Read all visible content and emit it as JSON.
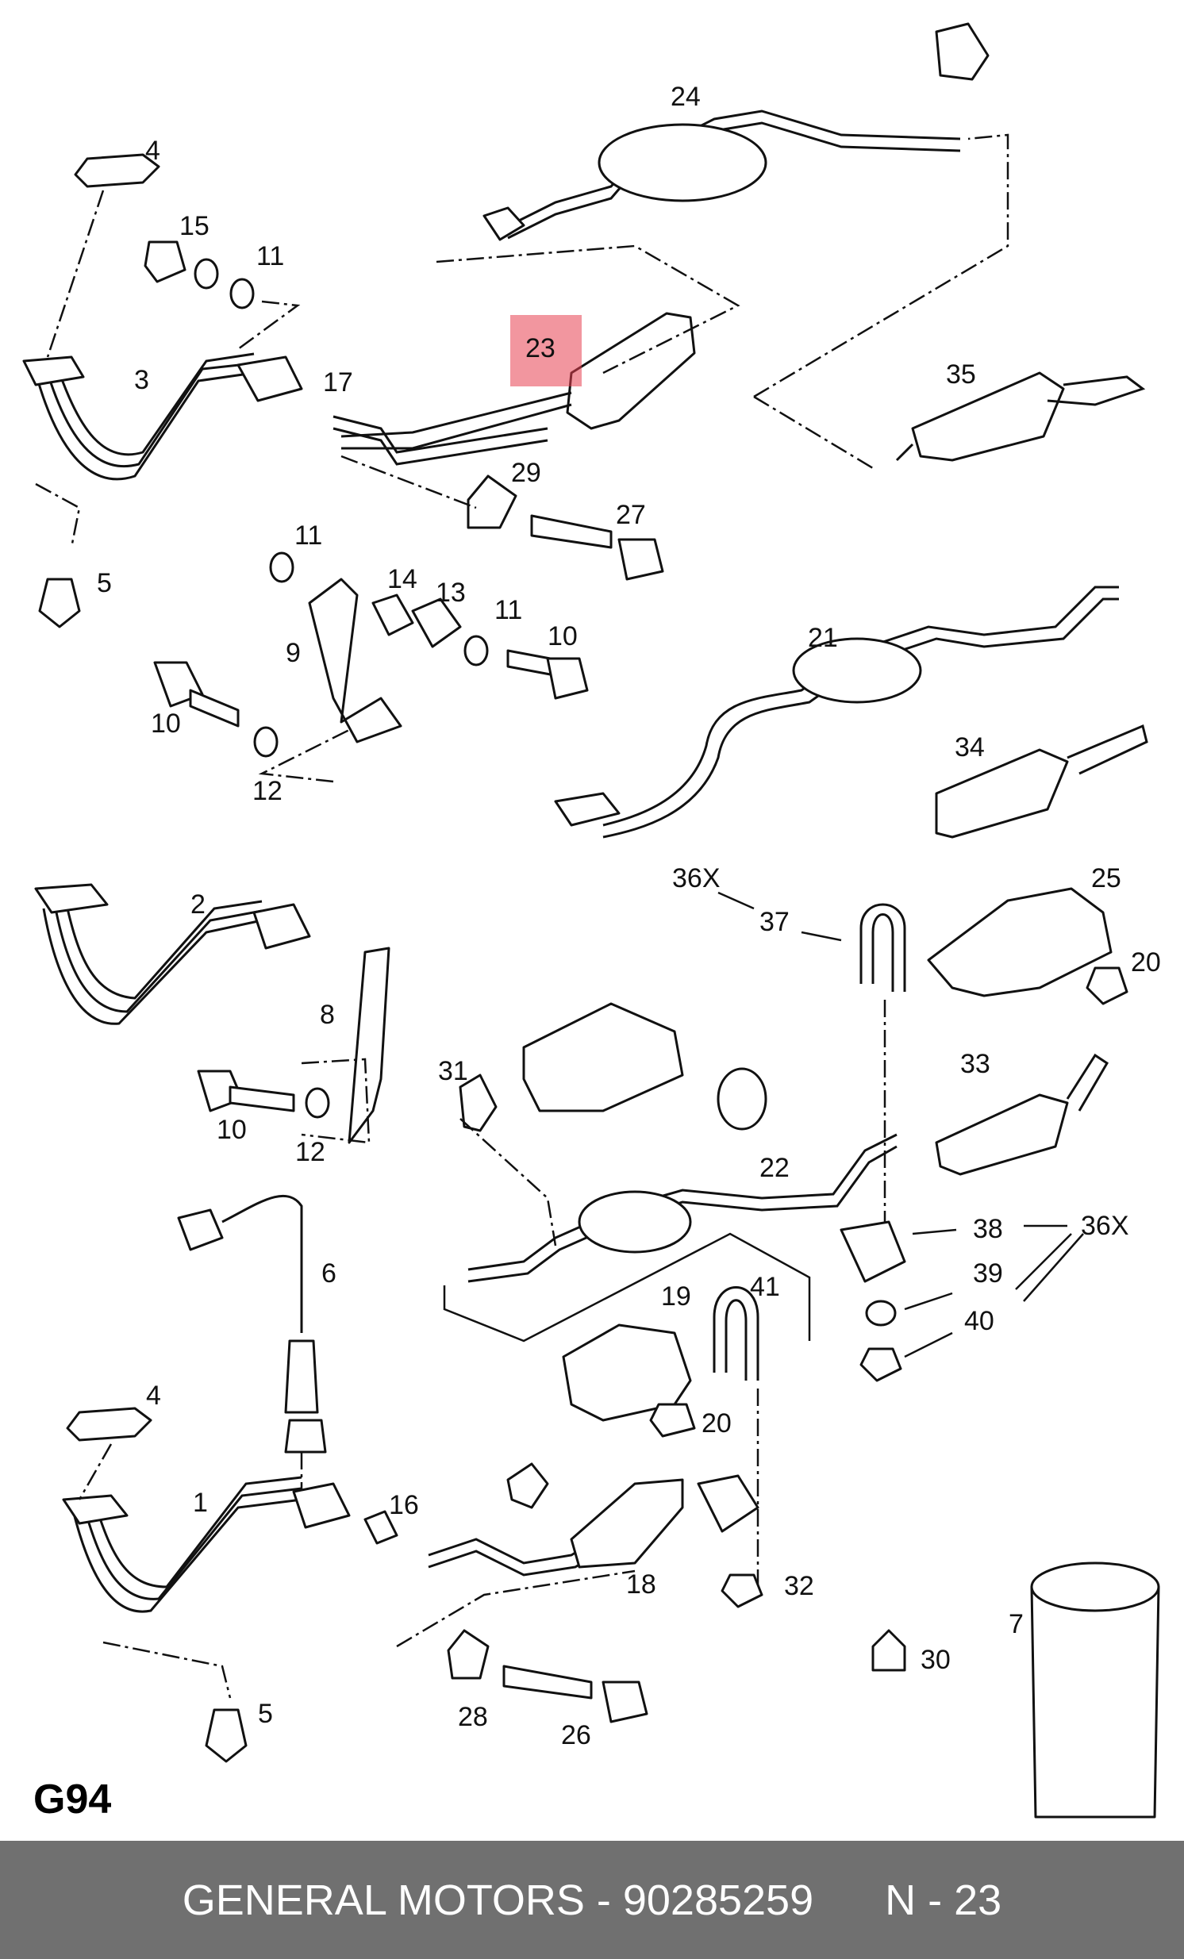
{
  "diagram": {
    "code": "G94",
    "highlight_part": "23",
    "callouts": [
      "1",
      "2",
      "3",
      "4",
      "4",
      "5",
      "5",
      "6",
      "7",
      "8",
      "9",
      "10",
      "10",
      "10",
      "11",
      "11",
      "11",
      "12",
      "12",
      "13",
      "14",
      "15",
      "16",
      "17",
      "18",
      "19",
      "20",
      "20",
      "21",
      "22",
      "23",
      "24",
      "25",
      "26",
      "27",
      "28",
      "29",
      "30",
      "31",
      "32",
      "33",
      "34",
      "35",
      "36X",
      "36X",
      "37",
      "38",
      "39",
      "40",
      "41"
    ]
  },
  "footer": {
    "brand": "GENERAL MOTORS",
    "separator": " - ",
    "part_number": "90285259",
    "page": "N - 23"
  }
}
